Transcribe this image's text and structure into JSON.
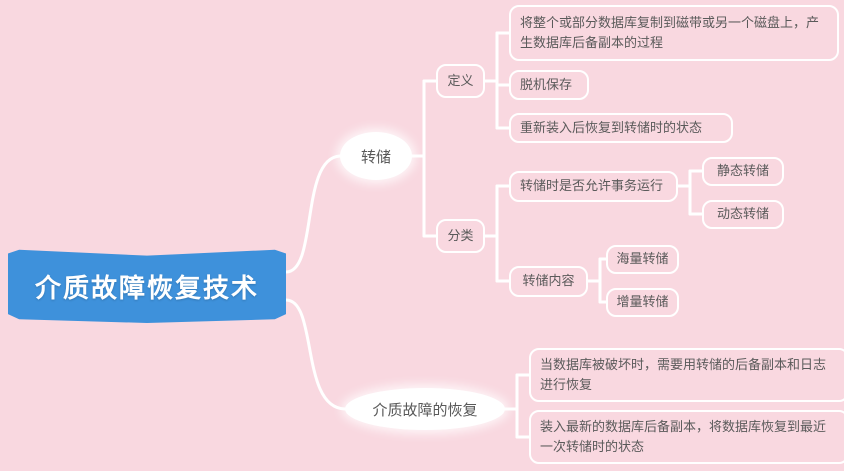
{
  "canvas": {
    "background_color": "#f9d8e0",
    "line_color": "#ffffff"
  },
  "root": {
    "label": "介质故障恢复技术",
    "fill_color": "#3e91db",
    "text_color": "#ffffff"
  },
  "branches": {
    "dump": {
      "label": "转储",
      "children": {
        "definition": {
          "label": "定义",
          "items": [
            "将整个或部分数据库复制到磁带或另一个磁盘上，产生数据库后备副本的过程",
            "脱机保存",
            "重新装入后恢复到转储时的状态"
          ]
        },
        "classification": {
          "label": "分类",
          "groups": [
            {
              "label": "转储时是否允许事务运行",
              "items": [
                "静态转储",
                "动态转储"
              ]
            },
            {
              "label": "转储内容",
              "items": [
                "海量转储",
                "增量转储"
              ]
            }
          ]
        }
      }
    },
    "recovery": {
      "label": "介质故障的恢复",
      "items": [
        "当数据库被破坏时，需要用转储的后备副本和日志进行恢复",
        "装入最新的数据库后备副本，将数据库恢复到最近一次转储时的状态"
      ]
    }
  }
}
